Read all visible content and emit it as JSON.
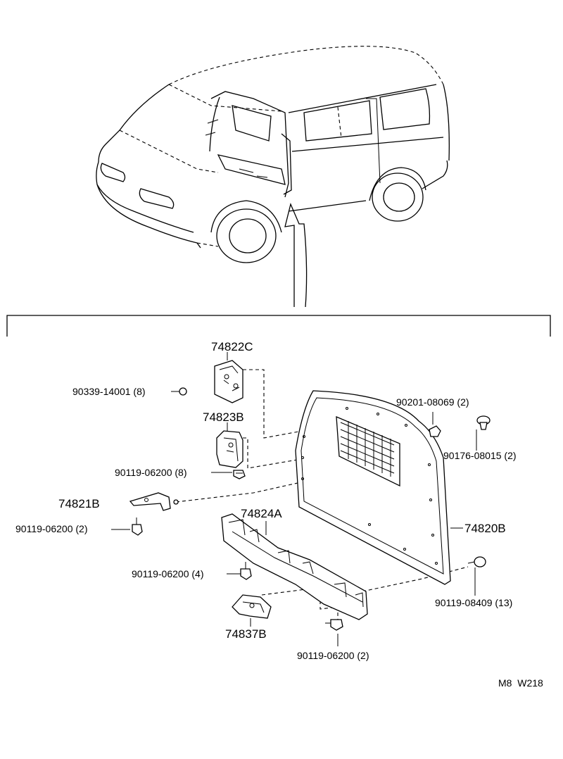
{
  "diagram": {
    "parts": [
      {
        "id": "p74822C",
        "number": "74822C"
      },
      {
        "id": "p90339",
        "number": "90339-14001 (8)"
      },
      {
        "id": "p74823B",
        "number": "74823B"
      },
      {
        "id": "p9011962008",
        "number": "90119-06200 (8)"
      },
      {
        "id": "p74821B",
        "number": "74821B"
      },
      {
        "id": "p9011962002a",
        "number": "90119-06200 (2)"
      },
      {
        "id": "p74824A",
        "number": "74824A"
      },
      {
        "id": "p9011962004",
        "number": "90119-06200 (4)"
      },
      {
        "id": "p74837B",
        "number": "74837B"
      },
      {
        "id": "p9011962002b",
        "number": "90119-06200 (2)"
      },
      {
        "id": "p90201",
        "number": "90201-08069 (2)"
      },
      {
        "id": "p90176",
        "number": "90176-08015 (2)"
      },
      {
        "id": "p74820B",
        "number": "74820B"
      },
      {
        "id": "p90119084",
        "number": "90119-08409 (13)"
      }
    ],
    "footer_code": "M8  W218"
  }
}
